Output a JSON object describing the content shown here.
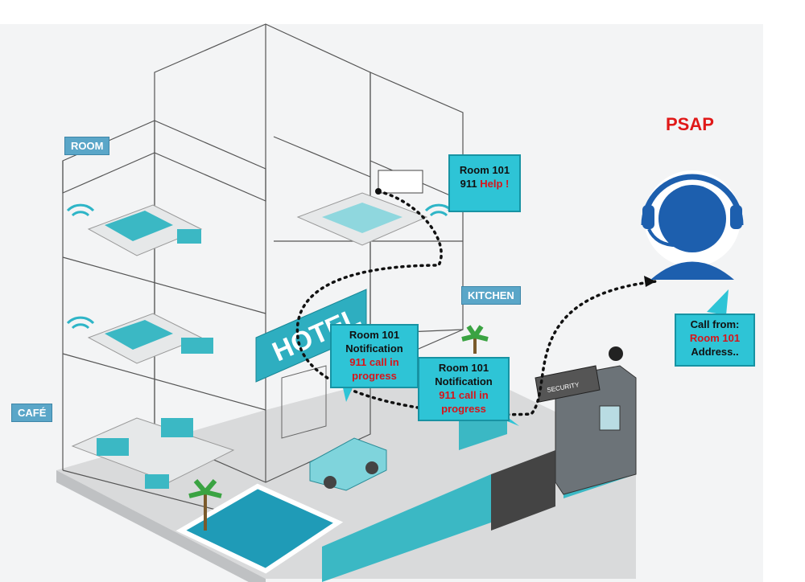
{
  "labels": {
    "room": "ROOM",
    "kitchen": "KITCHEN",
    "cafe": "CAFÉ",
    "hotel_sign": "HOTEL",
    "security_sign": "SECURITY"
  },
  "psap": {
    "title": "PSAP",
    "callout_line1": "Call from:",
    "callout_line2": "Room 101",
    "callout_line3": "Address.."
  },
  "room_callout": {
    "line1": "Room 101",
    "line2_prefix": "911 ",
    "line2_highlight": "Help !"
  },
  "notification_callouts": [
    {
      "line1": "Room 101",
      "line2": "Notification",
      "line3": "911 call in",
      "line4": "progress"
    },
    {
      "line1": "Room 101",
      "line2": "Notification",
      "line3": "911 call in",
      "line4": "progress"
    }
  ],
  "colors": {
    "teal": "#2ec4d6",
    "alert_red": "#d8141a",
    "headset_blue": "#1d5fae",
    "wall_teal": "#3bb8c4"
  }
}
